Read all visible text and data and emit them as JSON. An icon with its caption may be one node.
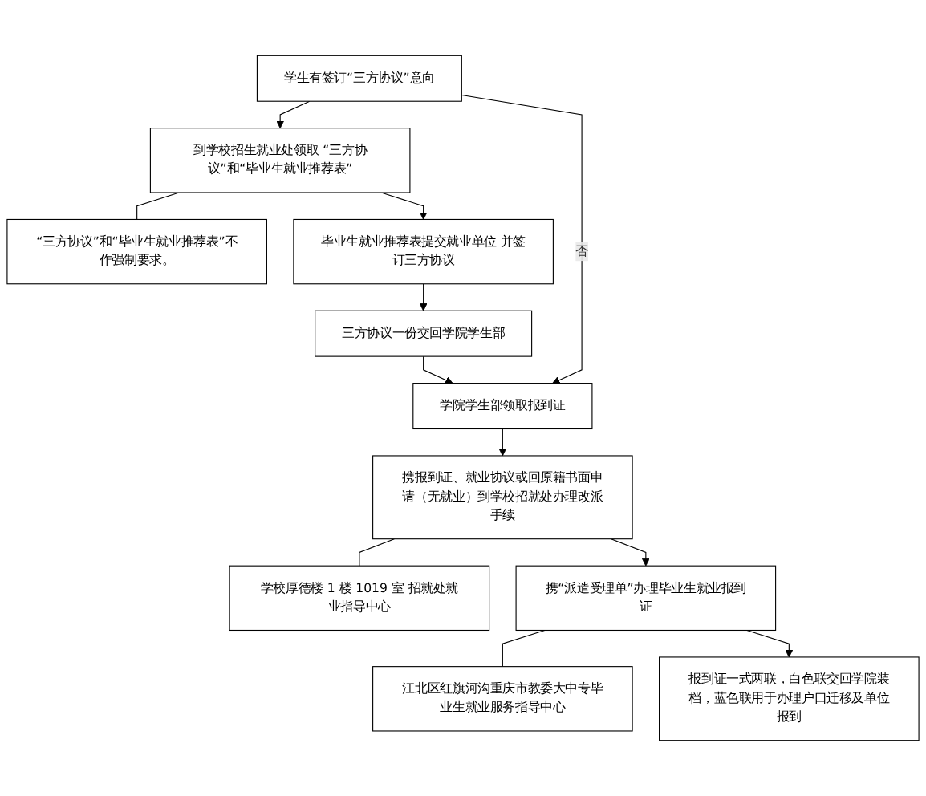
{
  "diagram": {
    "nodes": [
      {
        "text": [
          "学生有签订“三方协议”意向"
        ]
      },
      {
        "text": [
          "到学校招生就业处领取 “三方协议”和“毕业生就业推荐表”"
        ]
      },
      {
        "text": [
          "“三方协议”和“毕业生就业推荐表”不作强制要求。"
        ]
      },
      {
        "text": [
          "毕业生就业推荐表提交就业单位 并签订三方协议"
        ]
      },
      {
        "text": [
          "三方协议一份交回学院学生部"
        ]
      },
      {
        "text": [
          "学院学生部领取报到证"
        ]
      },
      {
        "text": [
          "携报到证、就业协议或回原籍书面申请（无就业）到学校招就处办理改派手续"
        ]
      },
      {
        "text": [
          "学校厚德楼 1 楼 1019 室 招就处就业指导中心"
        ]
      },
      {
        "text": [
          "携“派遣受理单”办理毕业生就业报到证"
        ]
      },
      {
        "text": [
          "江北区红旗河沟重庆市教委大中专毕业生就业服务指导中心"
        ]
      },
      {
        "text": [
          "报到证一式两联，白色联交回学院装档，蓝色联用于办理户口迁移及单位报到"
        ]
      }
    ],
    "edges": [
      {
        "from": 0,
        "to": 1,
        "arrow": "to"
      },
      {
        "from": 1,
        "to": 2,
        "arrow": "none"
      },
      {
        "from": 1,
        "to": 3,
        "arrow": "to"
      },
      {
        "from": 3,
        "to": 4,
        "arrow": "to"
      },
      {
        "from": 4,
        "to": 5,
        "arrow": "to"
      },
      {
        "from": 0,
        "to": 5,
        "arrow": "to",
        "label": "否"
      },
      {
        "from": 5,
        "to": 6,
        "arrow": "to"
      },
      {
        "from": 6,
        "to": 7,
        "arrow": "none"
      },
      {
        "from": 6,
        "to": 8,
        "arrow": "to"
      },
      {
        "from": 8,
        "to": 9,
        "arrow": "none"
      },
      {
        "from": 8,
        "to": 10,
        "arrow": "to"
      }
    ]
  }
}
